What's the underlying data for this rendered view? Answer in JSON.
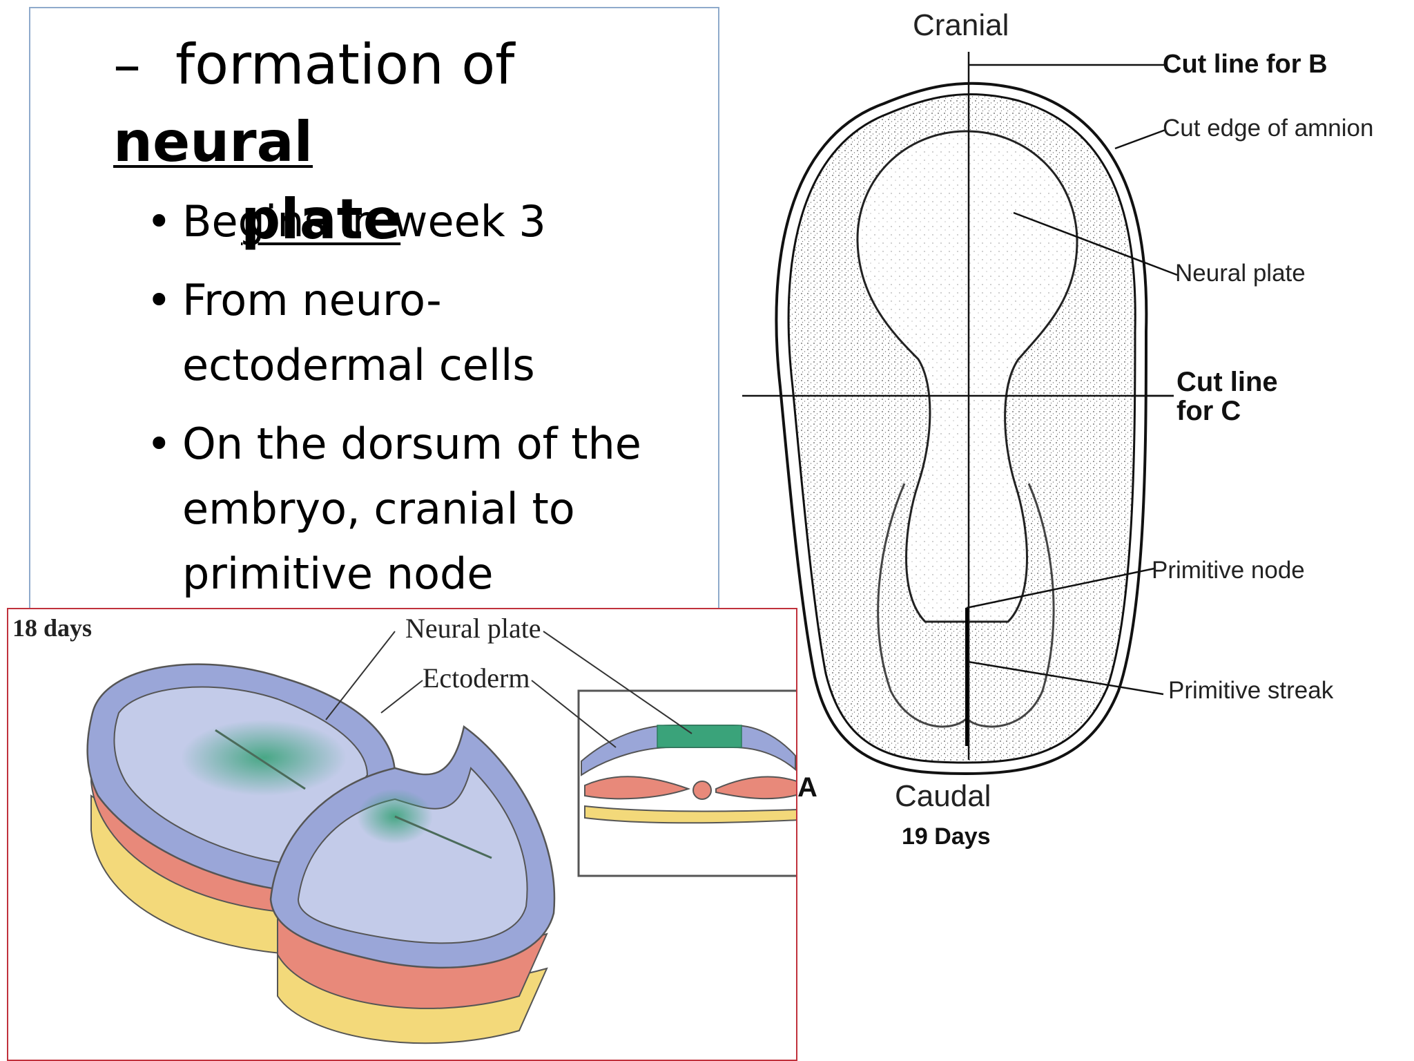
{
  "slide": {
    "heading_dash": "–",
    "heading_prefix": "formation of",
    "heading_bold_1": "neural",
    "heading_bold_2": "plate",
    "bullets": [
      {
        "lines": [
          "Begins in week 3"
        ]
      },
      {
        "lines": [
          "From neuro-",
          "ectodermal cells"
        ]
      },
      {
        "lines": [
          "On the dorsum of the",
          "embryo, cranial to",
          "primitive node"
        ]
      }
    ]
  },
  "embryo_figure": {
    "top_label": "Cranial",
    "bottom_label": "Caudal",
    "age_label": "19 Days",
    "panel_letter": "A",
    "callouts": {
      "cut_line_b": "Cut line for B",
      "cut_edge_amnion": "Cut edge of amnion",
      "neural_plate": "Neural plate",
      "cut_line_c_1": "Cut line",
      "cut_line_c_2": "for C",
      "primitive_node": "Primitive node",
      "primitive_streak": "Primitive streak"
    }
  },
  "disc_figure": {
    "age_label": "18 days",
    "neural_plate": "Neural plate",
    "ectoderm": "Ectoderm",
    "colors": {
      "neural_plate": "#3aa37a",
      "ectoderm": "#9aa6d8",
      "mesoderm": "#e8897a",
      "endoderm": "#f3d97a"
    }
  }
}
